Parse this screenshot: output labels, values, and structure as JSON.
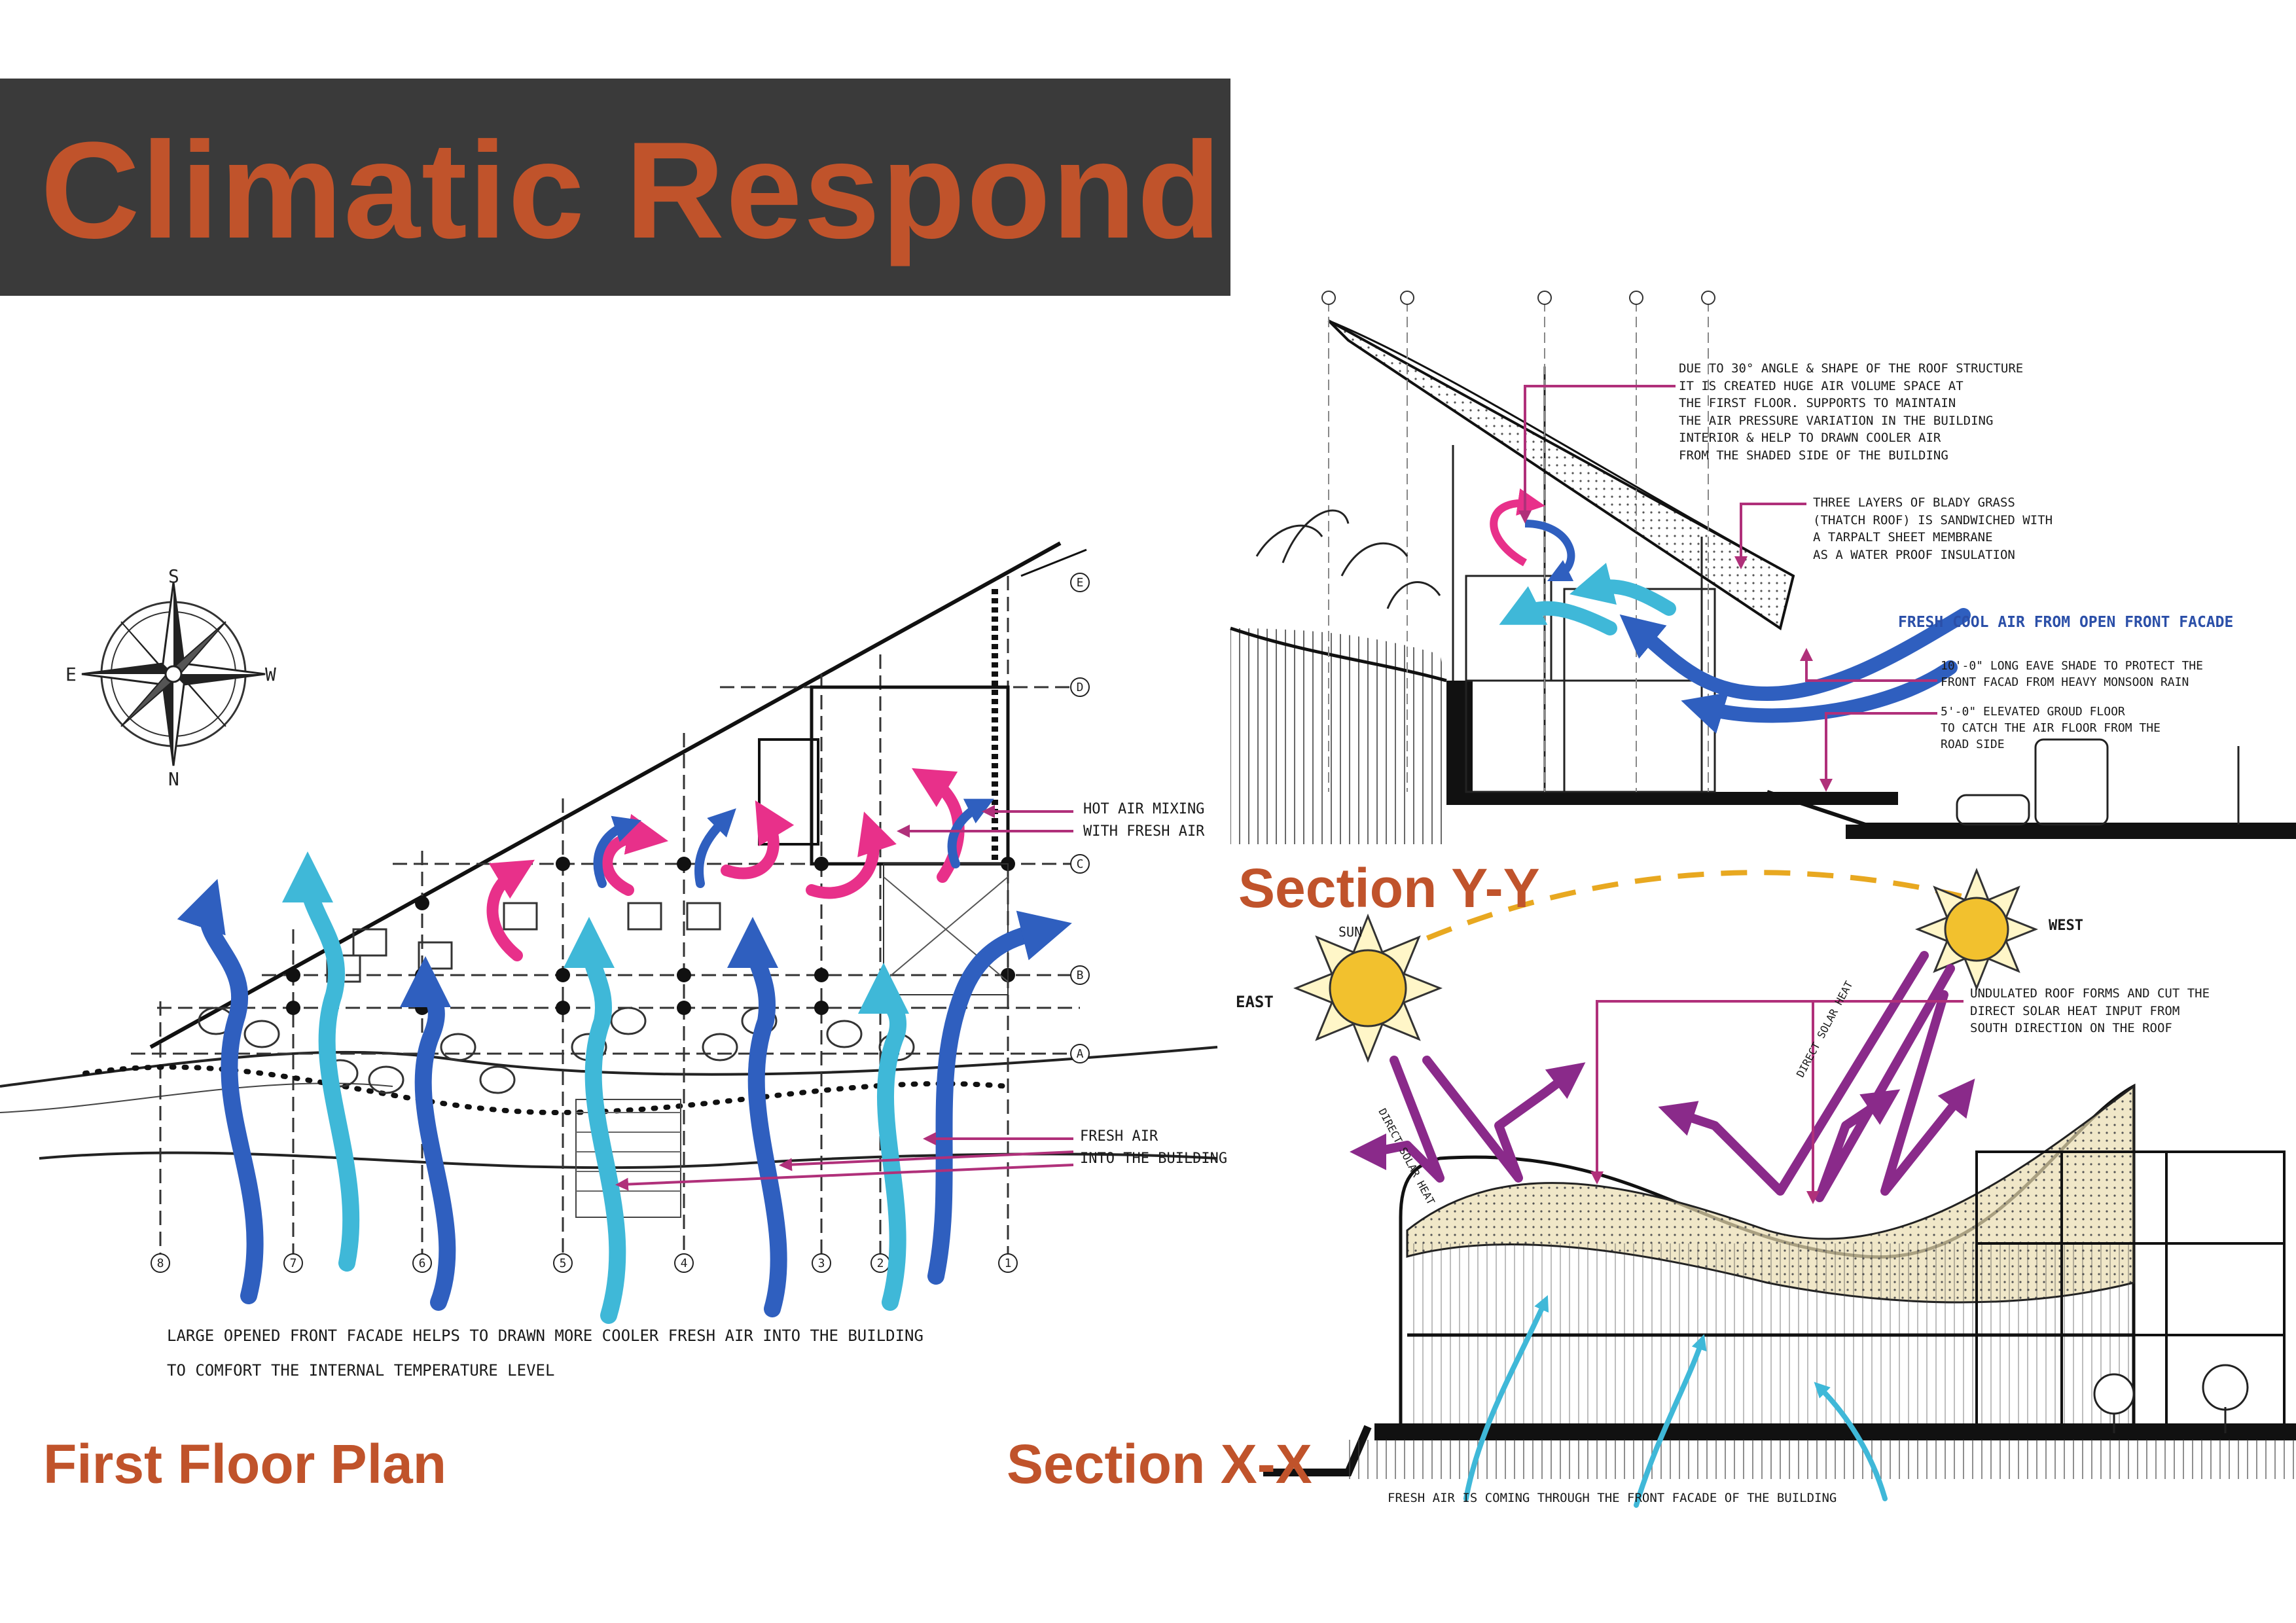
{
  "title": "Climatic Respond",
  "labels": {
    "plan": "First Floor Plan",
    "section_yy": "Section Y-Y",
    "section_xx": "Section X-X"
  },
  "compass": {
    "s": "S",
    "n": "N",
    "e": "E",
    "w": "W"
  },
  "plan_notes": {
    "hot_air_1": "HOT AIR MIXING",
    "hot_air_2": "WITH FRESH AIR",
    "fresh_air_1": "FRESH AIR",
    "fresh_air_2": "INTO THE BUILDING",
    "facade_1": "LARGE OPENED FRONT FACADE HELPS TO DRAWN MORE COOLER FRESH AIR INTO THE BUILDING",
    "facade_2": "TO COMFORT THE INTERNAL TEMPERATURE LEVEL"
  },
  "plan_grid": {
    "columns": [
      "8",
      "7",
      "6",
      "5",
      "4",
      "3",
      "2",
      "1"
    ],
    "rows": [
      "E",
      "D",
      "C",
      "B",
      "A"
    ]
  },
  "yy_notes": {
    "roof_angle": "DUE TO 30° ANGLE & SHAPE OF THE ROOF STRUCTURE\nIT IS CREATED HUGE AIR VOLUME SPACE AT\nTHE FIRST FLOOR. SUPPORTS TO MAINTAIN\nTHE AIR PRESSURE VARIATION IN THE BUILDING\nINTERIOR & HELP TO DRAWN COOLER AIR\nFROM THE SHADED SIDE OF THE BUILDING",
    "thatch": "THREE LAYERS OF BLADY GRASS\n(THATCH ROOF) IS SANDWICHED WITH\nA TARPALT SHEET MEMBRANE\nAS A WATER PROOF INSULATION",
    "fresh_cool": "FRESH COOL AIR FROM OPEN FRONT FACADE",
    "eave": "10'-0\" LONG EAVE SHADE TO PROTECT THE\nFRONT FACAD FROM HEAVY MONSOON RAIN",
    "elevated": "5'-0\" ELEVATED GROUD FLOOR\nTO CATCH THE AIR FLOOR FROM THE\nROAD SIDE"
  },
  "xx_notes": {
    "sun": "SUN",
    "east": "EAST",
    "west": "WEST",
    "direct_heat": "DIRECT SOLAR HEAT",
    "roof_forms": "UNDULATED ROOF FORMS AND CUT THE\nDIRECT SOLAR HEAT INPUT FROM\nSOUTH DIRECTION ON THE ROOF",
    "fresh_facade": "FRESH AIR IS COMING THROUGH THE FRONT FACADE OF THE BUILDING"
  },
  "colors": {
    "title_bar": "#3a3a3a",
    "accent_orange": "#c0532b",
    "blue_arrow": "#2f5fbf",
    "cyan_arrow": "#3fb8d8",
    "pink_arrow": "#e8308a",
    "purple_arrow": "#8a2a8a",
    "sun_yellow": "#f2c12e",
    "sun_gold": "#e8a820"
  }
}
